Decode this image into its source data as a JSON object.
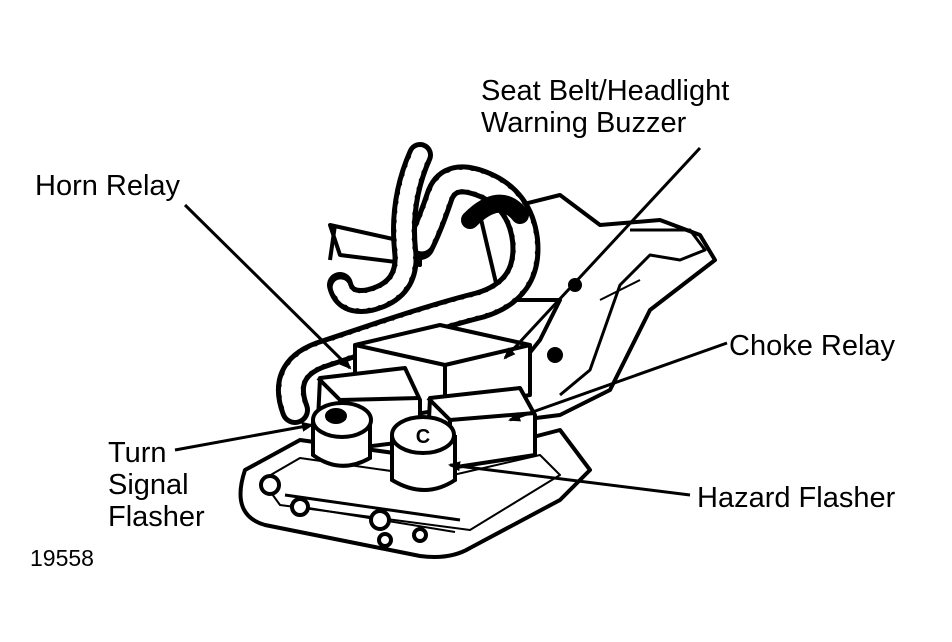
{
  "labels": {
    "seat_belt_line1": "Seat Belt/Headlight",
    "seat_belt_line2": "Warning Buzzer",
    "horn_relay": "Horn Relay",
    "choke_relay": "Choke Relay",
    "turn_line1": "Turn",
    "turn_line2": "Signal",
    "turn_line3": "Flasher",
    "hazard_flasher": "Hazard Flasher",
    "hazard_cap_letter": "C"
  },
  "figure_number": "19558",
  "colors": {
    "ink": "#000000",
    "paper": "#ffffff"
  }
}
